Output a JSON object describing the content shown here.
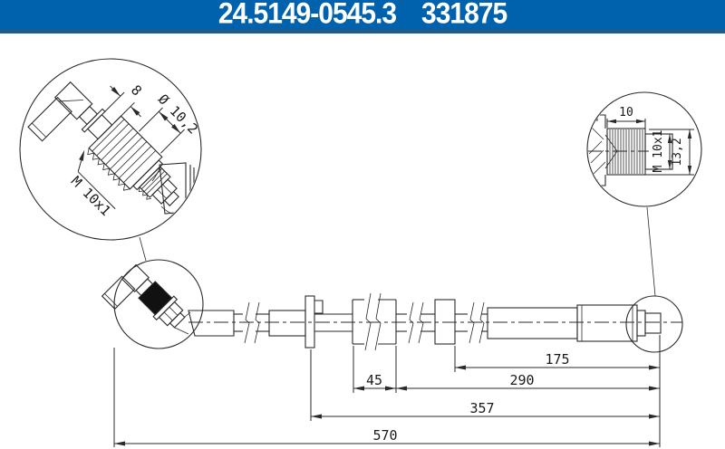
{
  "header": {
    "part_number": "24.5149-0545.3",
    "reference_number": "331875"
  },
  "details": {
    "left": {
      "dim_width": "8",
      "dim_diameter": "Ø 10,2",
      "dim_thread": "M 10x1"
    },
    "right": {
      "dim_length": "10",
      "dim_thread": "M 10x1",
      "dim_height": "13,2"
    }
  },
  "dimensions": {
    "d175": "175",
    "d45": "45",
    "d290": "290",
    "d357": "357",
    "d570": "570"
  },
  "colors": {
    "header_bg": "#0061AC",
    "header_stripe": "#1E5C8D",
    "line": "#2A2A2A",
    "background": "#FFFFFF"
  }
}
